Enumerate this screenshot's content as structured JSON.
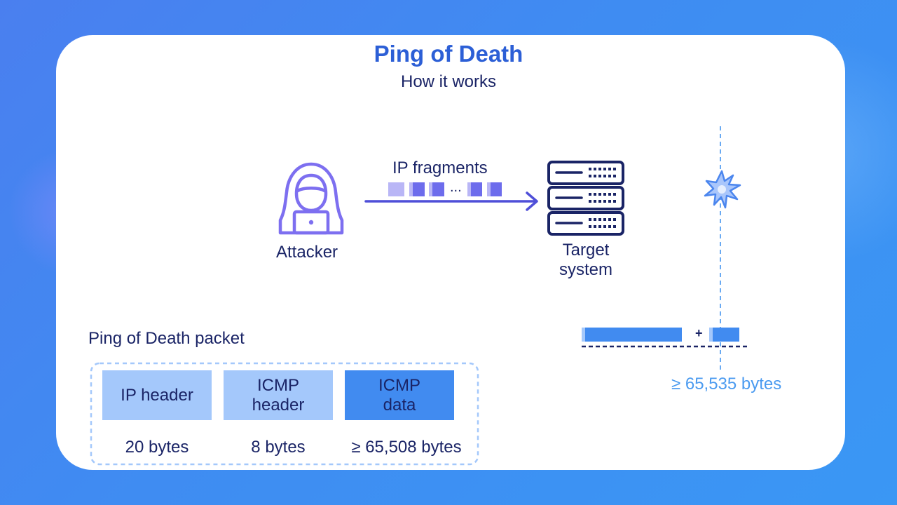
{
  "title": "Ping of Death",
  "subtitle": "How it works",
  "attacker": {
    "label": "Attacker"
  },
  "fragments": {
    "label": "IP fragments",
    "ellipsis": "..."
  },
  "target": {
    "label_line1": "Target",
    "label_line2": "system"
  },
  "packet": {
    "title": "Ping of Death packet",
    "segments": [
      {
        "line1": "IP header",
        "line2": "",
        "size": "20 bytes",
        "color": "#a4c8fb"
      },
      {
        "line1": "ICMP",
        "line2": "header",
        "size": "8 bytes",
        "color": "#a4c8fb"
      },
      {
        "line1": "ICMP",
        "line2": "data",
        "size": "≥ 65,508 bytes",
        "color": "#418bf0"
      }
    ]
  },
  "overflow": {
    "plus": "+",
    "label": "≥ 65,535 bytes"
  },
  "colors": {
    "primary_dark": "#1a2466",
    "title_blue": "#2c5fd6",
    "purple": "#7d6ff0",
    "light_blue": "#4b9bf0",
    "segment_light": "#a4c8fb",
    "segment_dark": "#418bf0"
  },
  "icons": {
    "attacker": "hooded-hacker-icon",
    "target": "server-rack-icon",
    "explosion": "burst-star-icon"
  }
}
